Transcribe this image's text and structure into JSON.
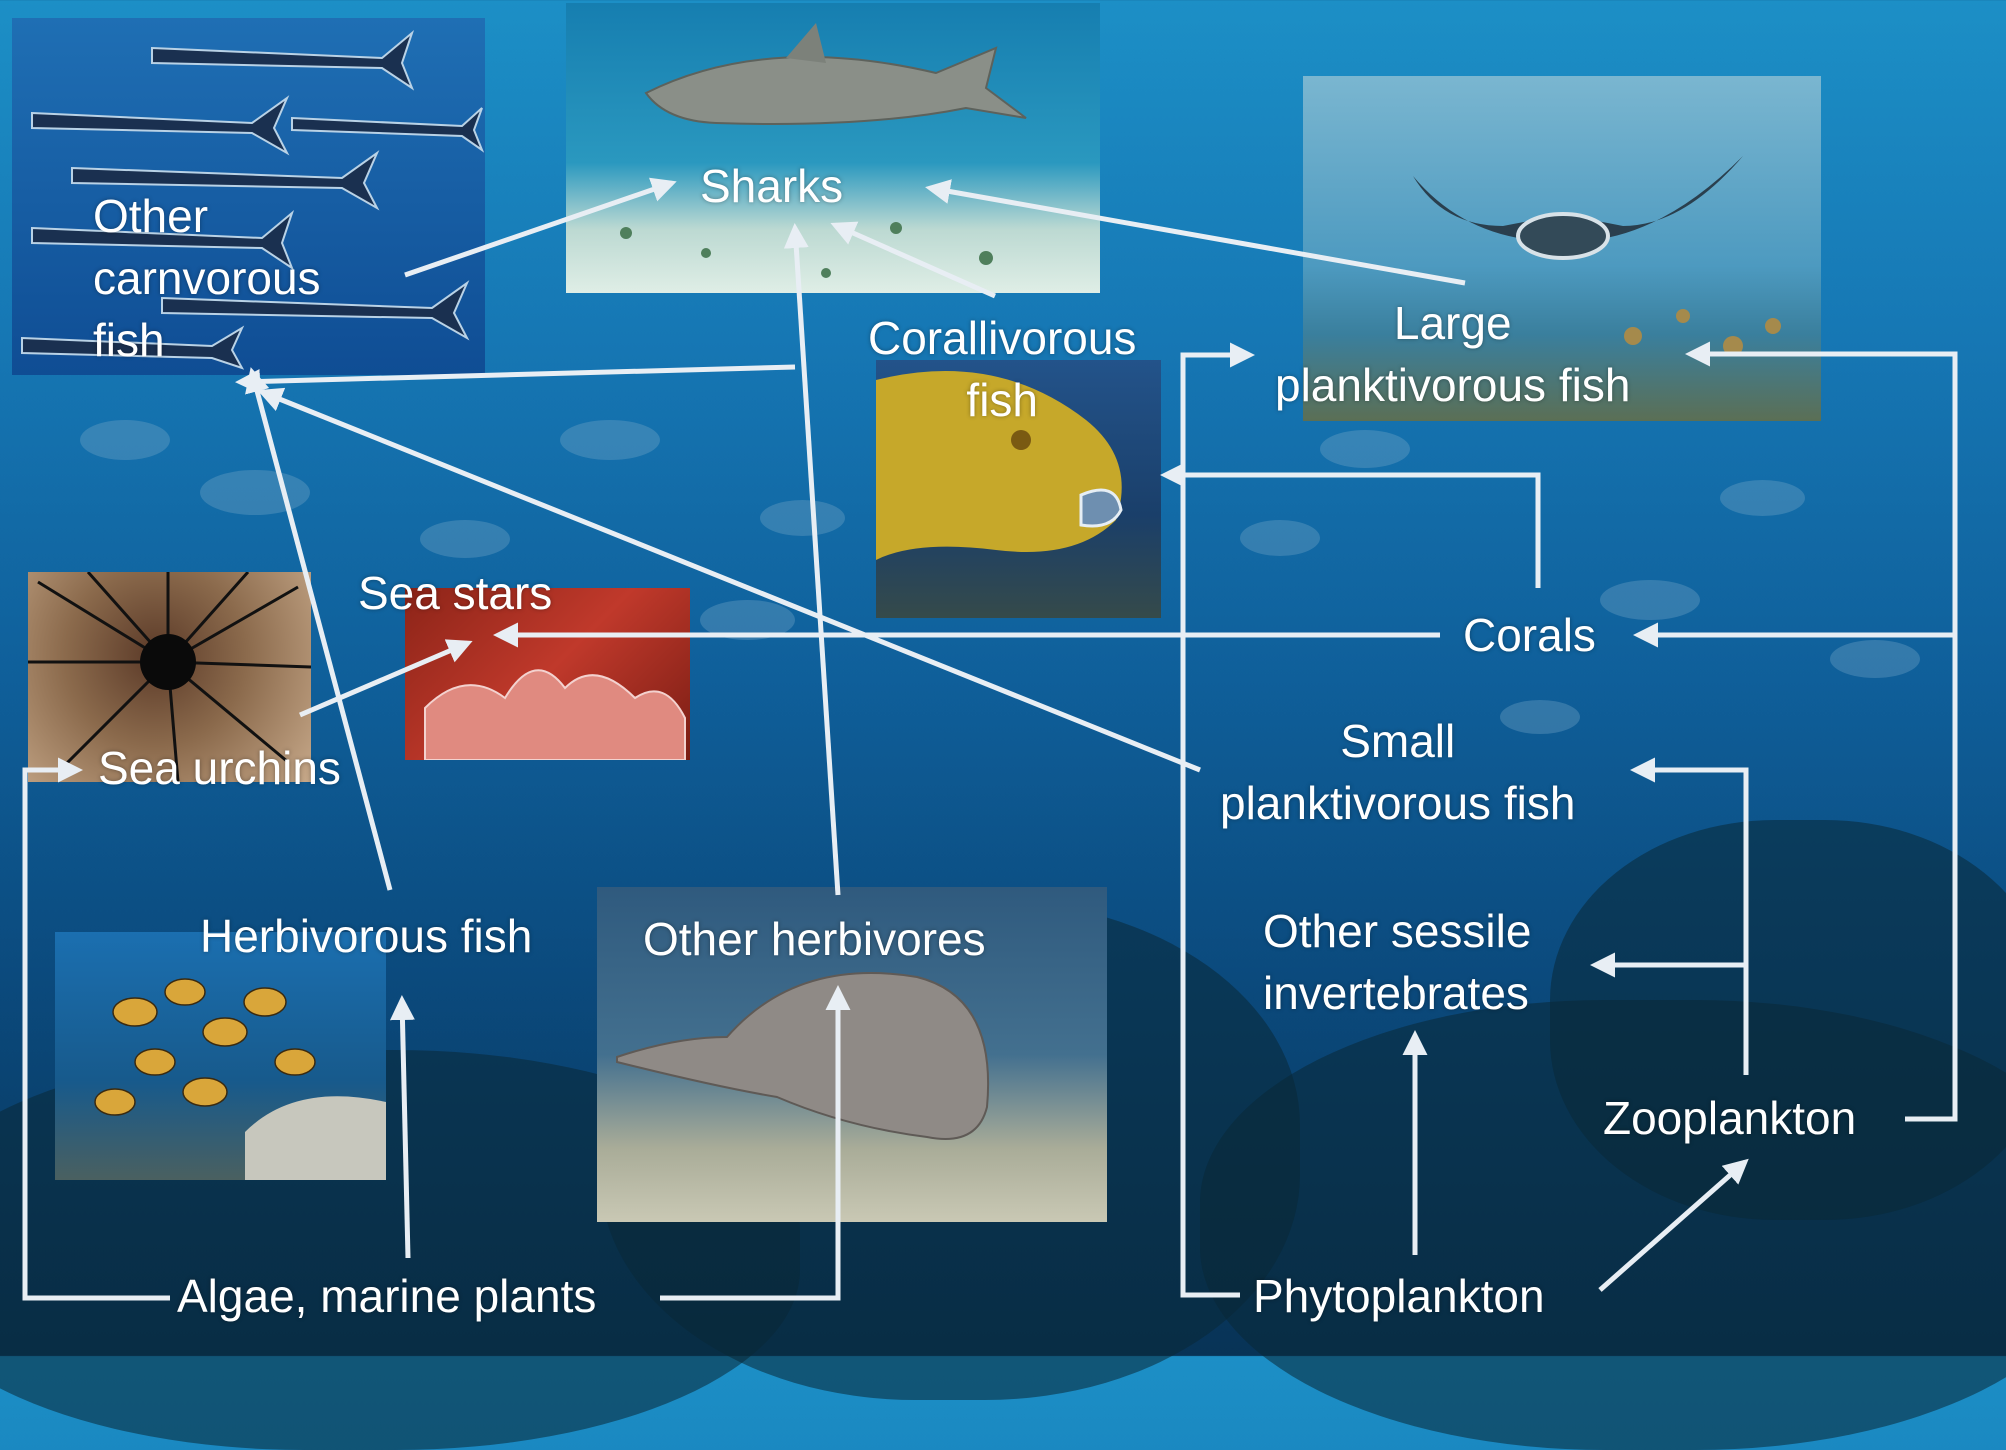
{
  "nodes": {
    "other_carnivorous_fish": [
      "Other",
      "carnvorous",
      "fish"
    ],
    "sharks": "Sharks",
    "large_planktivorous_fish": [
      "Large",
      "planktivorous fish"
    ],
    "corallivorous_fish": [
      "Corallivorous",
      "fish"
    ],
    "sea_stars": "Sea stars",
    "sea_urchins": "Sea urchins",
    "corals": "Corals",
    "small_planktivorous_fish": [
      "Small",
      "planktivorous fish"
    ],
    "other_sessile_invertebrates": [
      "Other sessile",
      "invertebrates"
    ],
    "herbivorous_fish": "Herbivorous fish",
    "other_herbivores": "Other herbivores",
    "zooplankton": "Zooplankton",
    "algae_marine_plants": "Algae, marine plants",
    "phytoplankton": "Phytoplankton"
  },
  "edges": [
    [
      "other_carnivorous_fish",
      "sharks"
    ],
    [
      "corallivorous_fish",
      "sharks"
    ],
    [
      "large_planktivorous_fish",
      "sharks"
    ],
    [
      "other_herbivores",
      "sharks"
    ],
    [
      "corallivorous_fish",
      "other_carnivorous_fish"
    ],
    [
      "herbivorous_fish",
      "other_carnivorous_fish"
    ],
    [
      "small_planktivorous_fish",
      "other_carnivorous_fish"
    ],
    [
      "sea_urchins",
      "sea_stars"
    ],
    [
      "corals",
      "sea_stars"
    ],
    [
      "corals",
      "corallivorous_fish"
    ],
    [
      "phytoplankton",
      "large_planktivorous_fish"
    ],
    [
      "zooplankton",
      "large_planktivorous_fish"
    ],
    [
      "zooplankton",
      "corals"
    ],
    [
      "zooplankton",
      "small_planktivorous_fish"
    ],
    [
      "zooplankton",
      "other_sessile_invertebrates"
    ],
    [
      "phytoplankton",
      "other_sessile_invertebrates"
    ],
    [
      "phytoplankton",
      "zooplankton"
    ],
    [
      "algae_marine_plants",
      "sea_urchins"
    ],
    [
      "algae_marine_plants",
      "herbivorous_fish"
    ],
    [
      "algae_marine_plants",
      "other_herbivores"
    ]
  ],
  "colors": {
    "arrow": "#e8eef4",
    "label": "#ffffff",
    "water": "#1677b4"
  }
}
